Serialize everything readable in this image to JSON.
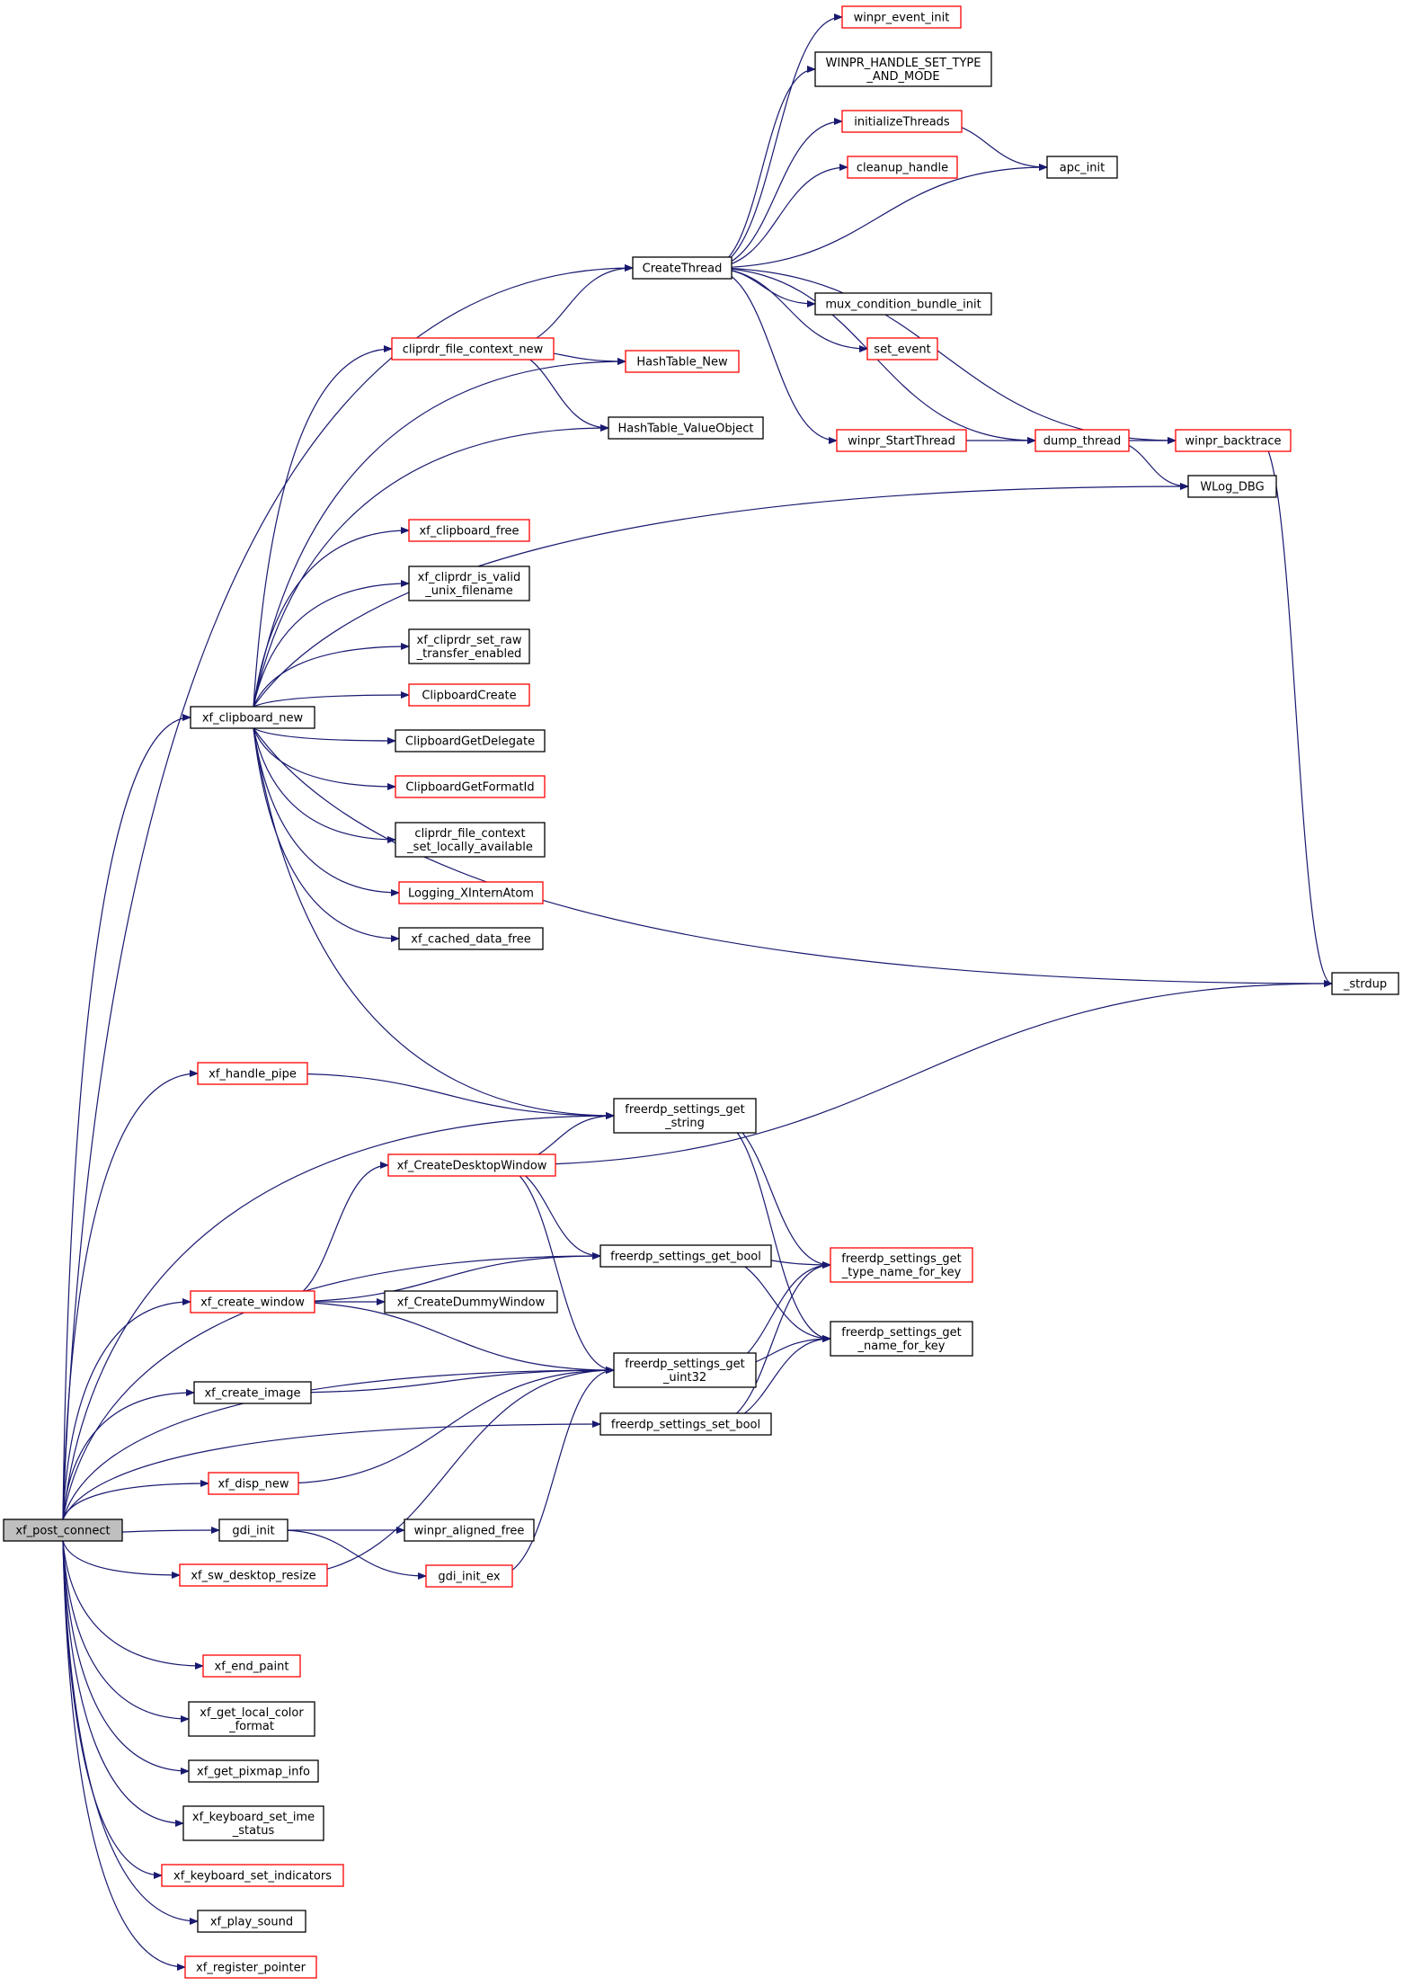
{
  "colors": {
    "edge": "#191970",
    "node_default_border": "#000000",
    "node_highlight_border": "#ff0000",
    "root_fill": "#bfbfbf",
    "node_fill": "#ffffff"
  },
  "nodes": {
    "xf_post_connect": {
      "lines": [
        "xf_post_connect"
      ],
      "root": true
    },
    "winpr_event_init": {
      "lines": [
        "winpr_event_init"
      ],
      "border": "red"
    },
    "winpr_handle_set_type": {
      "lines": [
        "WINPR_HANDLE_SET_TYPE",
        "_AND_MODE"
      ],
      "border": "black"
    },
    "initializeThreads": {
      "lines": [
        "initializeThreads"
      ],
      "border": "red"
    },
    "apc_init": {
      "lines": [
        "apc_init"
      ],
      "border": "black"
    },
    "cleanup_handle": {
      "lines": [
        "cleanup_handle"
      ],
      "border": "red"
    },
    "CreateThread": {
      "lines": [
        "CreateThread"
      ],
      "border": "black"
    },
    "mux_condition_bundle_init": {
      "lines": [
        "mux_condition_bundle_init"
      ],
      "border": "black"
    },
    "cliprdr_file_context_new": {
      "lines": [
        "cliprdr_file_context_new"
      ],
      "border": "red"
    },
    "HashTable_New": {
      "lines": [
        "HashTable_New"
      ],
      "border": "red"
    },
    "set_event": {
      "lines": [
        "set_event"
      ],
      "border": "red"
    },
    "HashTable_ValueObject": {
      "lines": [
        "HashTable_ValueObject"
      ],
      "border": "black"
    },
    "winpr_StartThread": {
      "lines": [
        "winpr_StartThread"
      ],
      "border": "red"
    },
    "dump_thread": {
      "lines": [
        "dump_thread"
      ],
      "border": "red"
    },
    "winpr_backtrace": {
      "lines": [
        "winpr_backtrace"
      ],
      "border": "red"
    },
    "WLog_DBG": {
      "lines": [
        "WLog_DBG"
      ],
      "border": "black"
    },
    "xf_clipboard_free": {
      "lines": [
        "xf_clipboard_free"
      ],
      "border": "red"
    },
    "xf_cliprdr_is_valid": {
      "lines": [
        "xf_cliprdr_is_valid",
        "_unix_filename"
      ],
      "border": "black"
    },
    "xf_cliprdr_set_raw": {
      "lines": [
        "xf_cliprdr_set_raw",
        "_transfer_enabled"
      ],
      "border": "black"
    },
    "ClipboardCreate": {
      "lines": [
        "ClipboardCreate"
      ],
      "border": "red"
    },
    "xf_clipboard_new": {
      "lines": [
        "xf_clipboard_new"
      ],
      "border": "black"
    },
    "ClipboardGetDelegate": {
      "lines": [
        "ClipboardGetDelegate"
      ],
      "border": "black"
    },
    "ClipboardGetFormatId": {
      "lines": [
        "ClipboardGetFormatId"
      ],
      "border": "red"
    },
    "cliprdr_file_context_set": {
      "lines": [
        "cliprdr_file_context",
        "_set_locally_available"
      ],
      "border": "black"
    },
    "Logging_XInternAtom": {
      "lines": [
        "Logging_XInternAtom"
      ],
      "border": "red"
    },
    "xf_cached_data_free": {
      "lines": [
        "xf_cached_data_free"
      ],
      "border": "black"
    },
    "_strdup": {
      "lines": [
        "_strdup"
      ],
      "border": "black"
    },
    "xf_handle_pipe": {
      "lines": [
        "xf_handle_pipe"
      ],
      "border": "red"
    },
    "freerdp_settings_get_string": {
      "lines": [
        "freerdp_settings_get",
        "_string"
      ],
      "border": "black"
    },
    "xf_CreateDesktopWindow": {
      "lines": [
        "xf_CreateDesktopWindow"
      ],
      "border": "red"
    },
    "freerdp_settings_get_bool": {
      "lines": [
        "freerdp_settings_get_bool"
      ],
      "border": "black"
    },
    "freerdp_settings_get_type_name": {
      "lines": [
        "freerdp_settings_get",
        "_type_name_for_key"
      ],
      "border": "red"
    },
    "xf_create_window": {
      "lines": [
        "xf_create_window"
      ],
      "border": "red"
    },
    "xf_CreateDummyWindow": {
      "lines": [
        "xf_CreateDummyWindow"
      ],
      "border": "black"
    },
    "freerdp_settings_get_name": {
      "lines": [
        "freerdp_settings_get",
        "_name_for_key"
      ],
      "border": "black"
    },
    "freerdp_settings_get_uint32": {
      "lines": [
        "freerdp_settings_get",
        "_uint32"
      ],
      "border": "black"
    },
    "xf_create_image": {
      "lines": [
        "xf_create_image"
      ],
      "border": "black"
    },
    "freerdp_settings_set_bool": {
      "lines": [
        "freerdp_settings_set_bool"
      ],
      "border": "black"
    },
    "xf_disp_new": {
      "lines": [
        "xf_disp_new"
      ],
      "border": "red"
    },
    "gdi_init": {
      "lines": [
        "gdi_init"
      ],
      "border": "black"
    },
    "winpr_aligned_free": {
      "lines": [
        "winpr_aligned_free"
      ],
      "border": "black"
    },
    "xf_sw_desktop_resize": {
      "lines": [
        "xf_sw_desktop_resize"
      ],
      "border": "red"
    },
    "gdi_init_ex": {
      "lines": [
        "gdi_init_ex"
      ],
      "border": "red"
    },
    "xf_end_paint": {
      "lines": [
        "xf_end_paint"
      ],
      "border": "red"
    },
    "xf_get_local_color_format": {
      "lines": [
        "xf_get_local_color",
        "_format"
      ],
      "border": "black"
    },
    "xf_get_pixmap_info": {
      "lines": [
        "xf_get_pixmap_info"
      ],
      "border": "black"
    },
    "xf_keyboard_set_ime_status": {
      "lines": [
        "xf_keyboard_set_ime",
        "_status"
      ],
      "border": "black"
    },
    "xf_keyboard_set_indicators": {
      "lines": [
        "xf_keyboard_set_indicators"
      ],
      "border": "red"
    },
    "xf_play_sound": {
      "lines": [
        "xf_play_sound"
      ],
      "border": "black"
    },
    "xf_register_pointer": {
      "lines": [
        "xf_register_pointer"
      ],
      "border": "red"
    }
  },
  "edges": [
    [
      "xf_post_connect",
      "CreateThread"
    ],
    [
      "xf_post_connect",
      "xf_clipboard_new"
    ],
    [
      "xf_post_connect",
      "xf_handle_pipe"
    ],
    [
      "xf_post_connect",
      "freerdp_settings_get_string"
    ],
    [
      "xf_post_connect",
      "freerdp_settings_get_bool"
    ],
    [
      "xf_post_connect",
      "xf_create_window"
    ],
    [
      "xf_post_connect",
      "xf_create_image"
    ],
    [
      "xf_post_connect",
      "freerdp_settings_get_uint32"
    ],
    [
      "xf_post_connect",
      "xf_disp_new"
    ],
    [
      "xf_post_connect",
      "gdi_init"
    ],
    [
      "xf_post_connect",
      "xf_sw_desktop_resize"
    ],
    [
      "xf_post_connect",
      "freerdp_settings_set_bool"
    ],
    [
      "xf_post_connect",
      "xf_end_paint"
    ],
    [
      "xf_post_connect",
      "xf_get_local_color_format"
    ],
    [
      "xf_post_connect",
      "xf_get_pixmap_info"
    ],
    [
      "xf_post_connect",
      "xf_keyboard_set_ime_status"
    ],
    [
      "xf_post_connect",
      "xf_keyboard_set_indicators"
    ],
    [
      "xf_post_connect",
      "xf_play_sound"
    ],
    [
      "xf_post_connect",
      "xf_register_pointer"
    ],
    [
      "CreateThread",
      "winpr_event_init"
    ],
    [
      "CreateThread",
      "winpr_handle_set_type"
    ],
    [
      "CreateThread",
      "initializeThreads"
    ],
    [
      "CreateThread",
      "cleanup_handle"
    ],
    [
      "CreateThread",
      "apc_init"
    ],
    [
      "CreateThread",
      "mux_condition_bundle_init"
    ],
    [
      "CreateThread",
      "set_event"
    ],
    [
      "CreateThread",
      "winpr_StartThread"
    ],
    [
      "CreateThread",
      "dump_thread"
    ],
    [
      "CreateThread",
      "winpr_backtrace"
    ],
    [
      "initializeThreads",
      "apc_init"
    ],
    [
      "winpr_StartThread",
      "dump_thread"
    ],
    [
      "dump_thread",
      "winpr_backtrace"
    ],
    [
      "dump_thread",
      "WLog_DBG"
    ],
    [
      "winpr_backtrace",
      "_strdup"
    ],
    [
      "cliprdr_file_context_new",
      "CreateThread"
    ],
    [
      "cliprdr_file_context_new",
      "HashTable_New"
    ],
    [
      "cliprdr_file_context_new",
      "HashTable_ValueObject"
    ],
    [
      "xf_clipboard_new",
      "cliprdr_file_context_new"
    ],
    [
      "xf_clipboard_new",
      "HashTable_New"
    ],
    [
      "xf_clipboard_new",
      "HashTable_ValueObject"
    ],
    [
      "xf_clipboard_new",
      "WLog_DBG"
    ],
    [
      "xf_clipboard_new",
      "xf_clipboard_free"
    ],
    [
      "xf_clipboard_new",
      "xf_cliprdr_is_valid"
    ],
    [
      "xf_clipboard_new",
      "xf_cliprdr_set_raw"
    ],
    [
      "xf_clipboard_new",
      "ClipboardCreate"
    ],
    [
      "xf_clipboard_new",
      "ClipboardGetDelegate"
    ],
    [
      "xf_clipboard_new",
      "ClipboardGetFormatId"
    ],
    [
      "xf_clipboard_new",
      "cliprdr_file_context_set"
    ],
    [
      "xf_clipboard_new",
      "Logging_XInternAtom"
    ],
    [
      "xf_clipboard_new",
      "xf_cached_data_free"
    ],
    [
      "xf_clipboard_new",
      "_strdup"
    ],
    [
      "xf_clipboard_new",
      "freerdp_settings_get_string"
    ],
    [
      "xf_handle_pipe",
      "freerdp_settings_get_string"
    ],
    [
      "freerdp_settings_get_string",
      "freerdp_settings_get_type_name"
    ],
    [
      "freerdp_settings_get_string",
      "freerdp_settings_get_name"
    ],
    [
      "xf_CreateDesktopWindow",
      "freerdp_settings_get_string"
    ],
    [
      "xf_CreateDesktopWindow",
      "_strdup"
    ],
    [
      "xf_CreateDesktopWindow",
      "freerdp_settings_get_bool"
    ],
    [
      "xf_CreateDesktopWindow",
      "freerdp_settings_get_uint32"
    ],
    [
      "freerdp_settings_get_bool",
      "freerdp_settings_get_type_name"
    ],
    [
      "freerdp_settings_get_bool",
      "freerdp_settings_get_name"
    ],
    [
      "xf_create_window",
      "xf_CreateDesktopWindow"
    ],
    [
      "xf_create_window",
      "freerdp_settings_get_bool"
    ],
    [
      "xf_create_window",
      "xf_CreateDummyWindow"
    ],
    [
      "xf_create_window",
      "freerdp_settings_get_uint32"
    ],
    [
      "freerdp_settings_get_uint32",
      "freerdp_settings_get_type_name"
    ],
    [
      "freerdp_settings_get_uint32",
      "freerdp_settings_get_name"
    ],
    [
      "xf_create_image",
      "freerdp_settings_get_uint32"
    ],
    [
      "freerdp_settings_set_bool",
      "freerdp_settings_get_type_name"
    ],
    [
      "freerdp_settings_set_bool",
      "freerdp_settings_get_name"
    ],
    [
      "xf_disp_new",
      "freerdp_settings_get_uint32"
    ],
    [
      "gdi_init",
      "winpr_aligned_free"
    ],
    [
      "gdi_init",
      "gdi_init_ex"
    ],
    [
      "gdi_init_ex",
      "freerdp_settings_get_uint32"
    ],
    [
      "xf_sw_desktop_resize",
      "freerdp_settings_get_uint32"
    ]
  ]
}
